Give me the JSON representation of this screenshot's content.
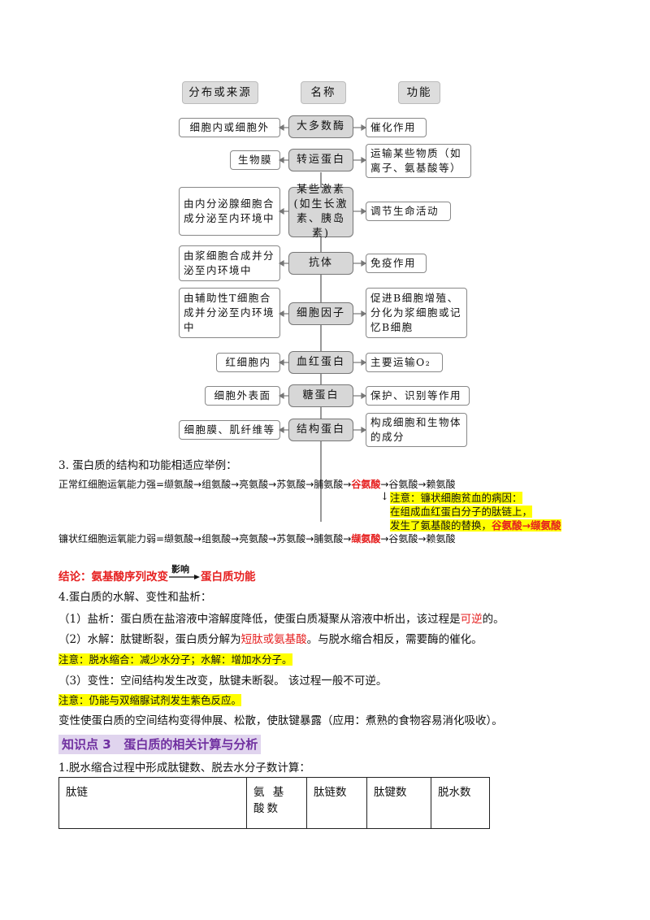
{
  "diagram": {
    "headers": [
      "分布或来源",
      "名称",
      "功能"
    ],
    "rows": [
      {
        "source": "细胞内或细胞外",
        "name": "大多数酶",
        "func": "催化作用"
      },
      {
        "source": "生物膜",
        "name": "转运蛋白",
        "func": "运输某些物质（如离子、氨基酸等）"
      },
      {
        "source": "由内分泌腺细胞合成分泌至内环境中",
        "name": "某些激素(如生长激素、胰岛素)",
        "func": "调节生命活动"
      },
      {
        "source": "由浆细胞合成并分泌至内环境中",
        "name": "抗体",
        "func": "免疫作用"
      },
      {
        "source": "由辅助性T细胞合成并分泌至内环境中",
        "name": "细胞因子",
        "func": "促进B细胞增殖、分化为浆细胞或记忆B细胞"
      },
      {
        "source": "红细胞内",
        "name": "血红蛋白",
        "func": "主要运输O₂"
      },
      {
        "source": "细胞外表面",
        "name": "糖蛋白",
        "func": "保护、识别等作用"
      },
      {
        "source": "细胞膜、肌纤维等",
        "name": "结构蛋白",
        "func": "构成细胞和生物体的成分"
      }
    ]
  },
  "section3": {
    "title": "3. 蛋白质的结构和功能相适应举例：",
    "normal_prefix": "正常红细胞运氧能力强=缬氨酸→组氨酸→亮氨酸→苏氨酸→脯氨酸→",
    "normal_key": "谷氨酸",
    "normal_suffix": "→谷氨酸→赖氨酸",
    "note_arrow": "↓",
    "note_line1": "注意：镰状细胞贫血的病因：",
    "note_line2": "在组成血红蛋白分子的肽链上，",
    "note_line3": "发生了氨基酸的替换，",
    "note_swap": "谷氨酸→缬氨酸",
    "sickle_prefix": "镰状红细胞运氧能力弱=缬氨酸→组氨酸→亮氨酸→苏氨酸→脯氨酸→",
    "sickle_key": "缬氨酸",
    "sickle_suffix": "→谷氨酸→赖氨酸",
    "conclusion_a": "结论：氨基酸序列改变",
    "conclusion_arrow_label": "影响",
    "conclusion_b": "蛋白质功能"
  },
  "section4": {
    "title": "4.蛋白质的水解、变性和盐析：",
    "salting_a": "（1）盐析：蛋白质在盐溶液中溶解度降低，使蛋白质凝聚从溶液中析出，该过程是",
    "salting_red": "可逆",
    "salting_b": "的。",
    "hydro_a": "（2）水解：肽键断裂，蛋白质分解为",
    "hydro_red": "短肽或氨基酸",
    "hydro_b": "。与脱水缩合相反，需要酶的催化。",
    "note1": "注意：脱水缩合：减少水分子；水解：增加水分子。",
    "denature": "（3）变性：空间结构发生改变，肽键未断裂。 该过程一般不可逆。",
    "note2": "注意：仍能与双缩脲试剂发生紫色反应。",
    "denature_use": "变性使蛋白质的空间结构变得伸展、松散，使肽键暴露（应用：煮熟的食物容易消化吸收）。"
  },
  "knowledge": {
    "label": "知识点 3",
    "title": "蛋白质的相关计算与分析"
  },
  "calc": {
    "title": "1.脱水缩合过程中形成肽键数、脱去水分子数计算：",
    "columns": [
      "肽链",
      "氨 基 酸数",
      "肽链数",
      "肽键数",
      "脱水数"
    ]
  }
}
